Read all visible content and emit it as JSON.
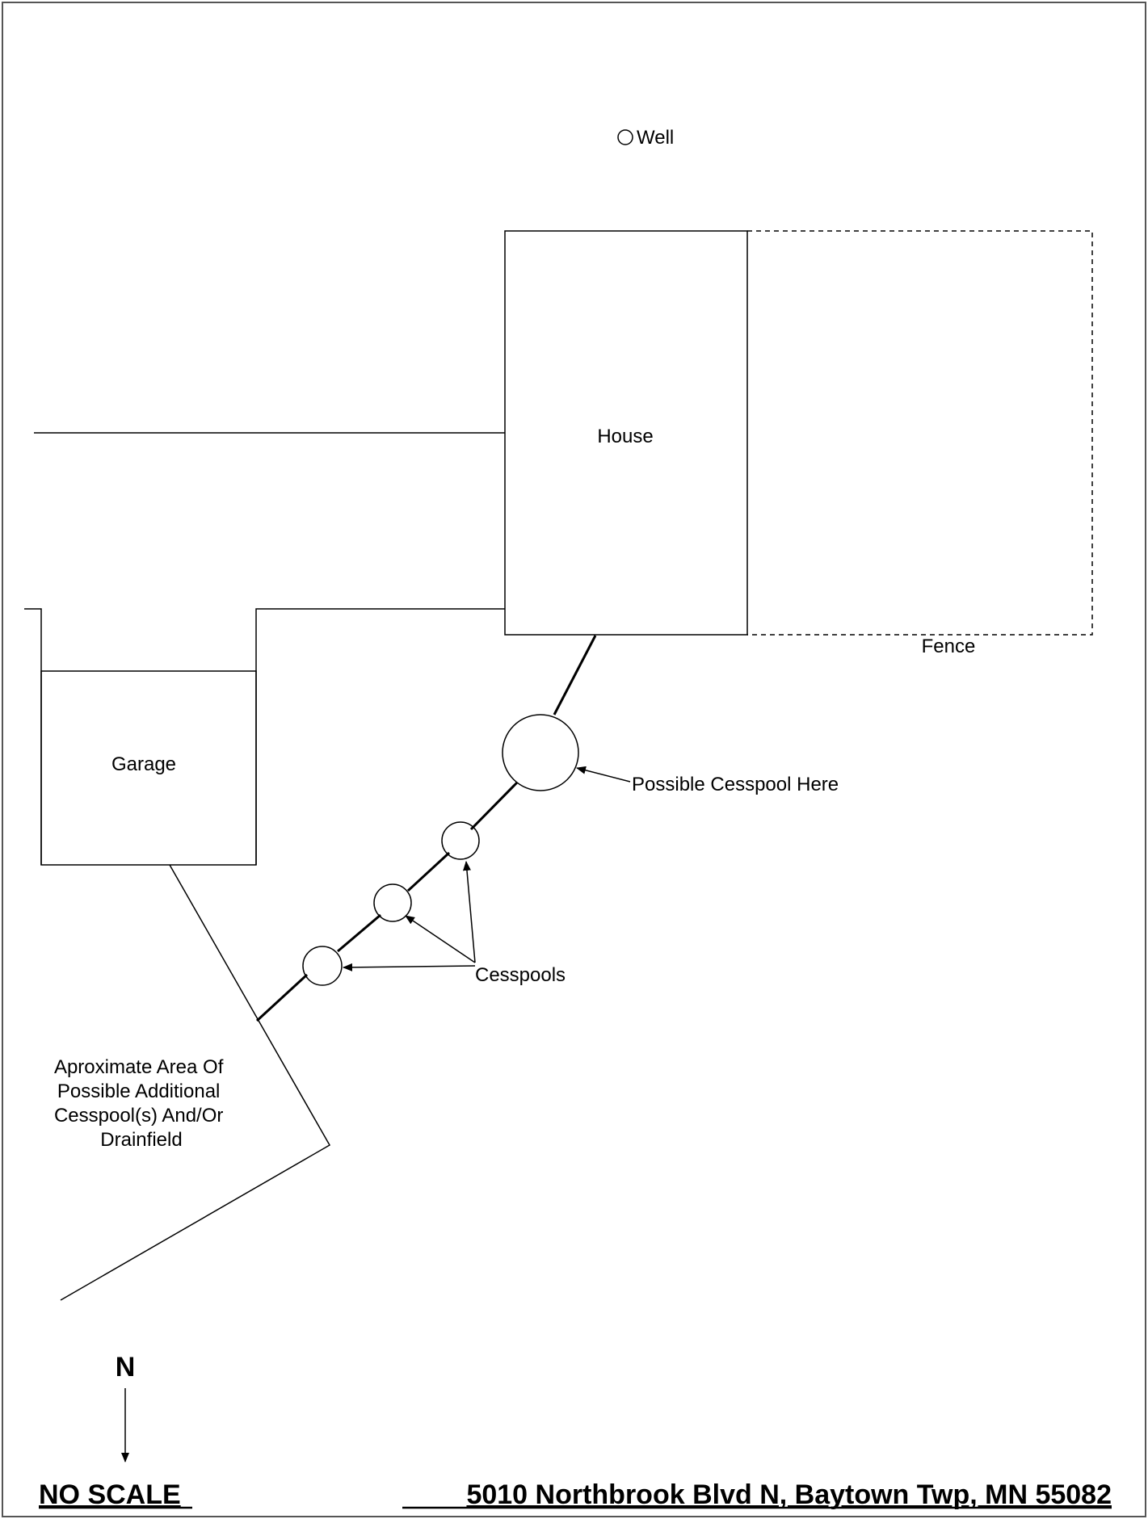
{
  "labels": {
    "well": "Well",
    "house": "House",
    "fence": "Fence",
    "garage": "Garage",
    "possible_cesspool": "Possible Cesspool Here",
    "cesspools": "Cesspools",
    "area_note": [
      "Aproximate Area Of",
      "Possible Additional",
      "Cesspool(s) And/Or",
      "Drainfield"
    ],
    "north": "N",
    "no_scale": "NO SCALE",
    "address": "5010 Northbrook Blvd N, Baytown Twp, MN 55082"
  }
}
